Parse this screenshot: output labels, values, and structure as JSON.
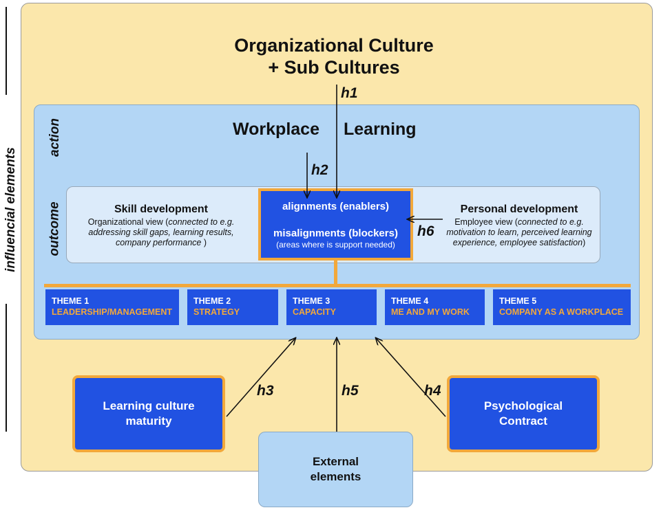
{
  "side_label": "influencial elements",
  "title_line1": "Organizational Culture",
  "title_line2": "+ Sub Cultures",
  "action_label": "action",
  "outcome_label": "outcome",
  "workplace_word": "Workplace",
  "learning_word": "Learning",
  "hypotheses": {
    "h1": "h1",
    "h2": "h2",
    "h3": "h3",
    "h4": "h4",
    "h5": "h5",
    "h6": "h6"
  },
  "skill": {
    "title": "Skill development",
    "desc_prefix": "Organizational view (",
    "desc_italic": "connected to e.g. addressing skill gaps, learning results, company performance",
    "desc_suffix": " )"
  },
  "personal": {
    "title": "Personal development",
    "desc_prefix": "Employee view (",
    "desc_italic": "connected to e.g. motivation to learn, perceived learning experience, employee satisfaction",
    "desc_suffix": ")"
  },
  "center": {
    "enablers": "alignments (enablers)",
    "blockers": "misalignments (blockers)",
    "note": "(areas where is support needed)"
  },
  "themes": [
    {
      "num": "THEME 1",
      "name": "LEADERSHIP/MANAGEMENT"
    },
    {
      "num": "THEME 2",
      "name": "STRATEGY"
    },
    {
      "num": "THEME 3",
      "name": "CAPACITY"
    },
    {
      "num": "THEME 4",
      "name": "ME AND MY WORK"
    },
    {
      "num": "THEME 5",
      "name": "COMPANY AS A WORKPLACE"
    }
  ],
  "learning_culture": {
    "line1": "Learning culture",
    "line2": "maturity"
  },
  "psych_contract": {
    "line1": "Psychological",
    "line2": "Contract"
  },
  "external": {
    "line1": "External",
    "line2": "elements"
  },
  "colors": {
    "outer_bg": "#fbe7ab",
    "panel_blue": "#b3d6f5",
    "box_blue": "#2152e2",
    "accent_orange": "#f2a83b"
  }
}
